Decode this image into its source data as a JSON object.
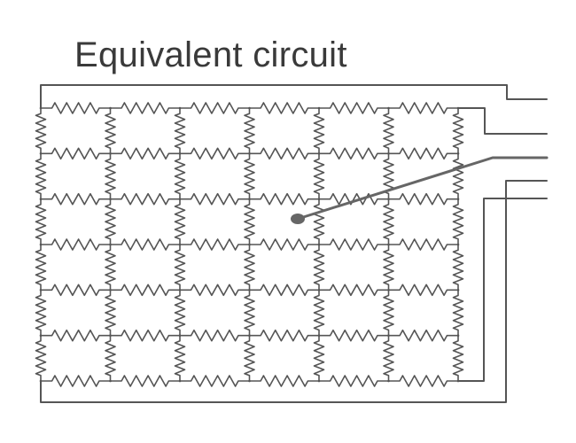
{
  "title": "Equivalent circuit",
  "colors": {
    "ink": "#555555",
    "probe": "#666666",
    "title": "#3a3a3a",
    "background": "#ffffff"
  },
  "grid": {
    "rows": 7,
    "cols": 7
  }
}
